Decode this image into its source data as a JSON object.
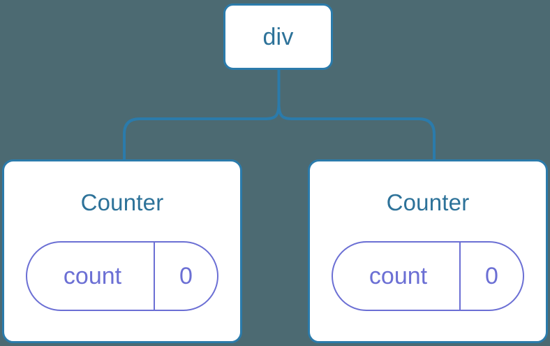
{
  "diagram": {
    "type": "component-tree",
    "background_color": "#4c6a72",
    "node_border_color": "#2b7bab",
    "node_text_color": "#2d7299",
    "state_color": "#6b6fd4",
    "connector_color": "#2b7bab",
    "root": {
      "label": "div"
    },
    "children": [
      {
        "title": "Counter",
        "state": {
          "key": "count",
          "value": "0"
        }
      },
      {
        "title": "Counter",
        "state": {
          "key": "count",
          "value": "0"
        }
      }
    ]
  }
}
